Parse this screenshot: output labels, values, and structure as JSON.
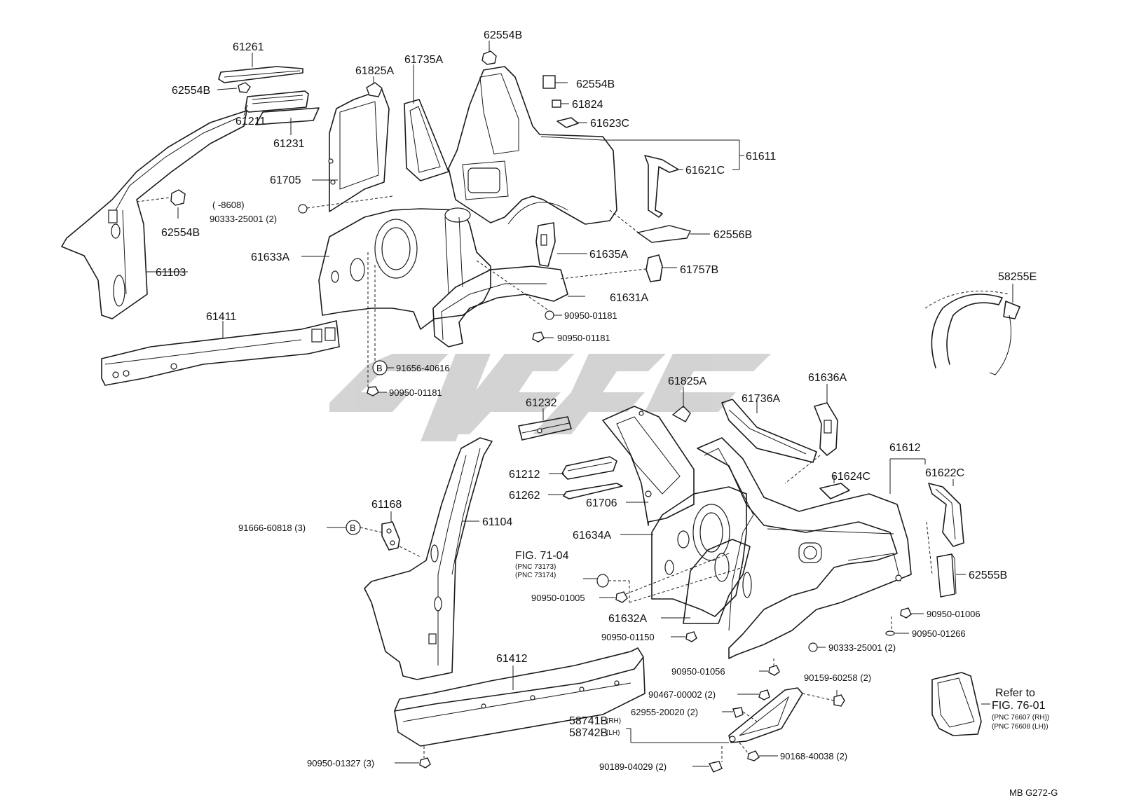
{
  "labels": {
    "p61261": "61261",
    "p62554b_a": "62554B",
    "p61211": "61211",
    "p61231": "61231",
    "p62554b_b": "62554B",
    "p61103": "61103",
    "p61411": "61411",
    "p61825a_a": "61825A",
    "p61735a": "61735A",
    "p61705": "61705",
    "p8608": "(        -8608)",
    "p90333_25001_a": "90333-25001 (2)",
    "p62554b_c": "62554B",
    "p62554b_d": "62554B",
    "p61824": "61824",
    "p61623c": "61623C",
    "p61611": "61611",
    "p61621c": "61621C",
    "p62556b": "62556B",
    "p61633a": "61633A",
    "p61635a": "61635A",
    "p61757b": "61757B",
    "p61631a": "61631A",
    "p90950_01181_a": "90950-01181",
    "p90950_01181_b": "90950-01181",
    "p91656_40616": "91656-40616",
    "p90950_01181_c": "90950-01181",
    "p58255e": "58255E",
    "p61232": "61232",
    "p61825a_b": "61825A",
    "p61736a": "61736A",
    "p61636a": "61636A",
    "p61612": "61612",
    "p61622c": "61622C",
    "p61624c": "61624C",
    "p61212": "61212",
    "p61262": "61262",
    "p61706": "61706",
    "p61634a": "61634A",
    "p61168": "61168",
    "p91666_60818": "91666-60818 (3)",
    "p61104": "61104",
    "pfig7104": "FIG. 71-04",
    "ppnc73173": "(PNC 73173)",
    "ppnc73174": "(PNC 73174)",
    "p90950_01005": "90950-01005",
    "p62555b": "62555B",
    "p61632a": "61632A",
    "p90950_01006": "90950-01006",
    "p90950_01266": "90950-01266",
    "p90950_01150": "90950-01150",
    "p90333_25001_b": "90333-25001 (2)",
    "p61412": "61412",
    "p90950_01056": "90950-01056",
    "p90159_60258": "90159-60258 (2)",
    "p90467_00002": "90467-00002 (2)",
    "p62955_20020": "62955-20020 (2)",
    "p58741b": "58741B",
    "p58741b_side": "(RH)",
    "p58742b": "58742B",
    "p58742b_side": "(LH)",
    "prefer_to": "Refer to",
    "pfig7601": "FIG. 76-01",
    "ppnc76607": "(PNC 76607 (RH))",
    "ppnc76608": "(PNC 76608 (LH))",
    "p90950_01327": "90950-01327 (3)",
    "p90189_04029": "90189-04029 (2)",
    "p90168_40038": "90168-40038 (2)",
    "b_marker_1": "B",
    "b_marker_2": "B",
    "footer_code": "MB   G272-G"
  }
}
